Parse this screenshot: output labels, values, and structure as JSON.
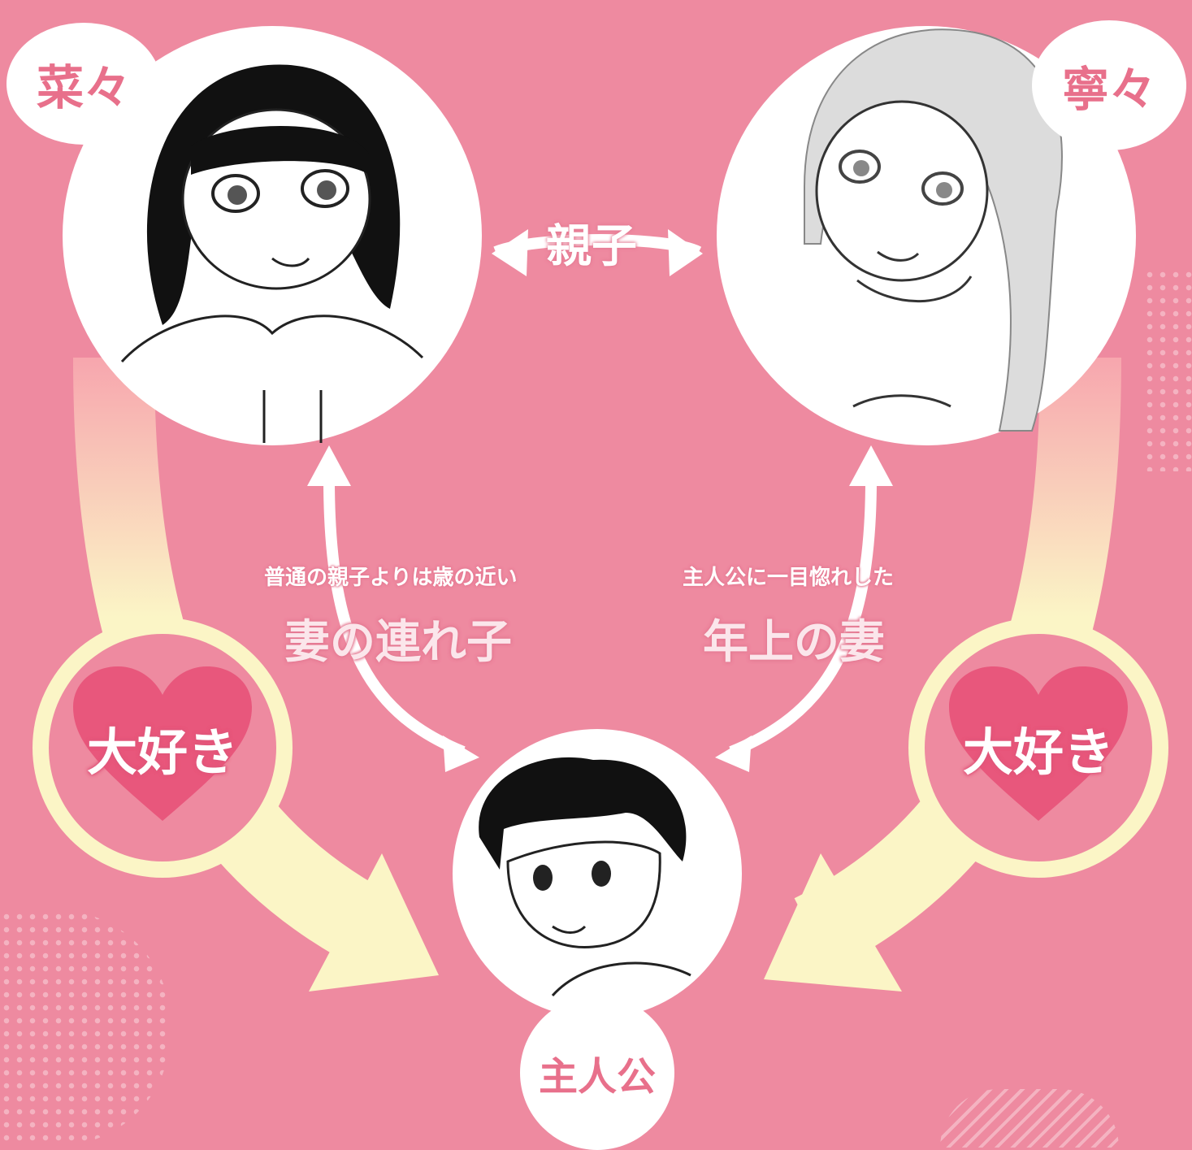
{
  "characters": {
    "nana": {
      "name": "菜々"
    },
    "neine": {
      "name": "寧々"
    },
    "protagonist": {
      "name": "主人公"
    }
  },
  "relations": {
    "parent_child": "親子",
    "nana_to_protagonist": {
      "sub": "普通の親子よりは歳の近い",
      "main": "妻の連れ子"
    },
    "neine_to_protagonist": {
      "sub": "主人公に一目惚れした",
      "main": "年上の妻"
    },
    "love_left": "大好き",
    "love_right": "大好き"
  },
  "colors": {
    "background": "#ee8aa0",
    "accent_pink": "#e8708b",
    "heart": "#e8577c",
    "arrow_yellow": "#fbf5c6",
    "white": "#ffffff"
  }
}
